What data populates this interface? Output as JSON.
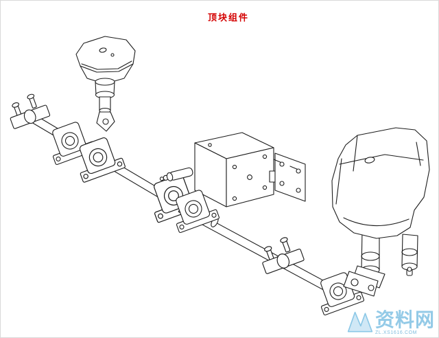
{
  "title": {
    "text": "顶块组件"
  },
  "watermark": {
    "site_name": "资料网",
    "site_url": "ZL.XS1616.COM"
  },
  "colors": {
    "title": "#d40000",
    "line": "#1c1c1c",
    "watermark": "#8ac6e5",
    "background": "#ffffff"
  }
}
